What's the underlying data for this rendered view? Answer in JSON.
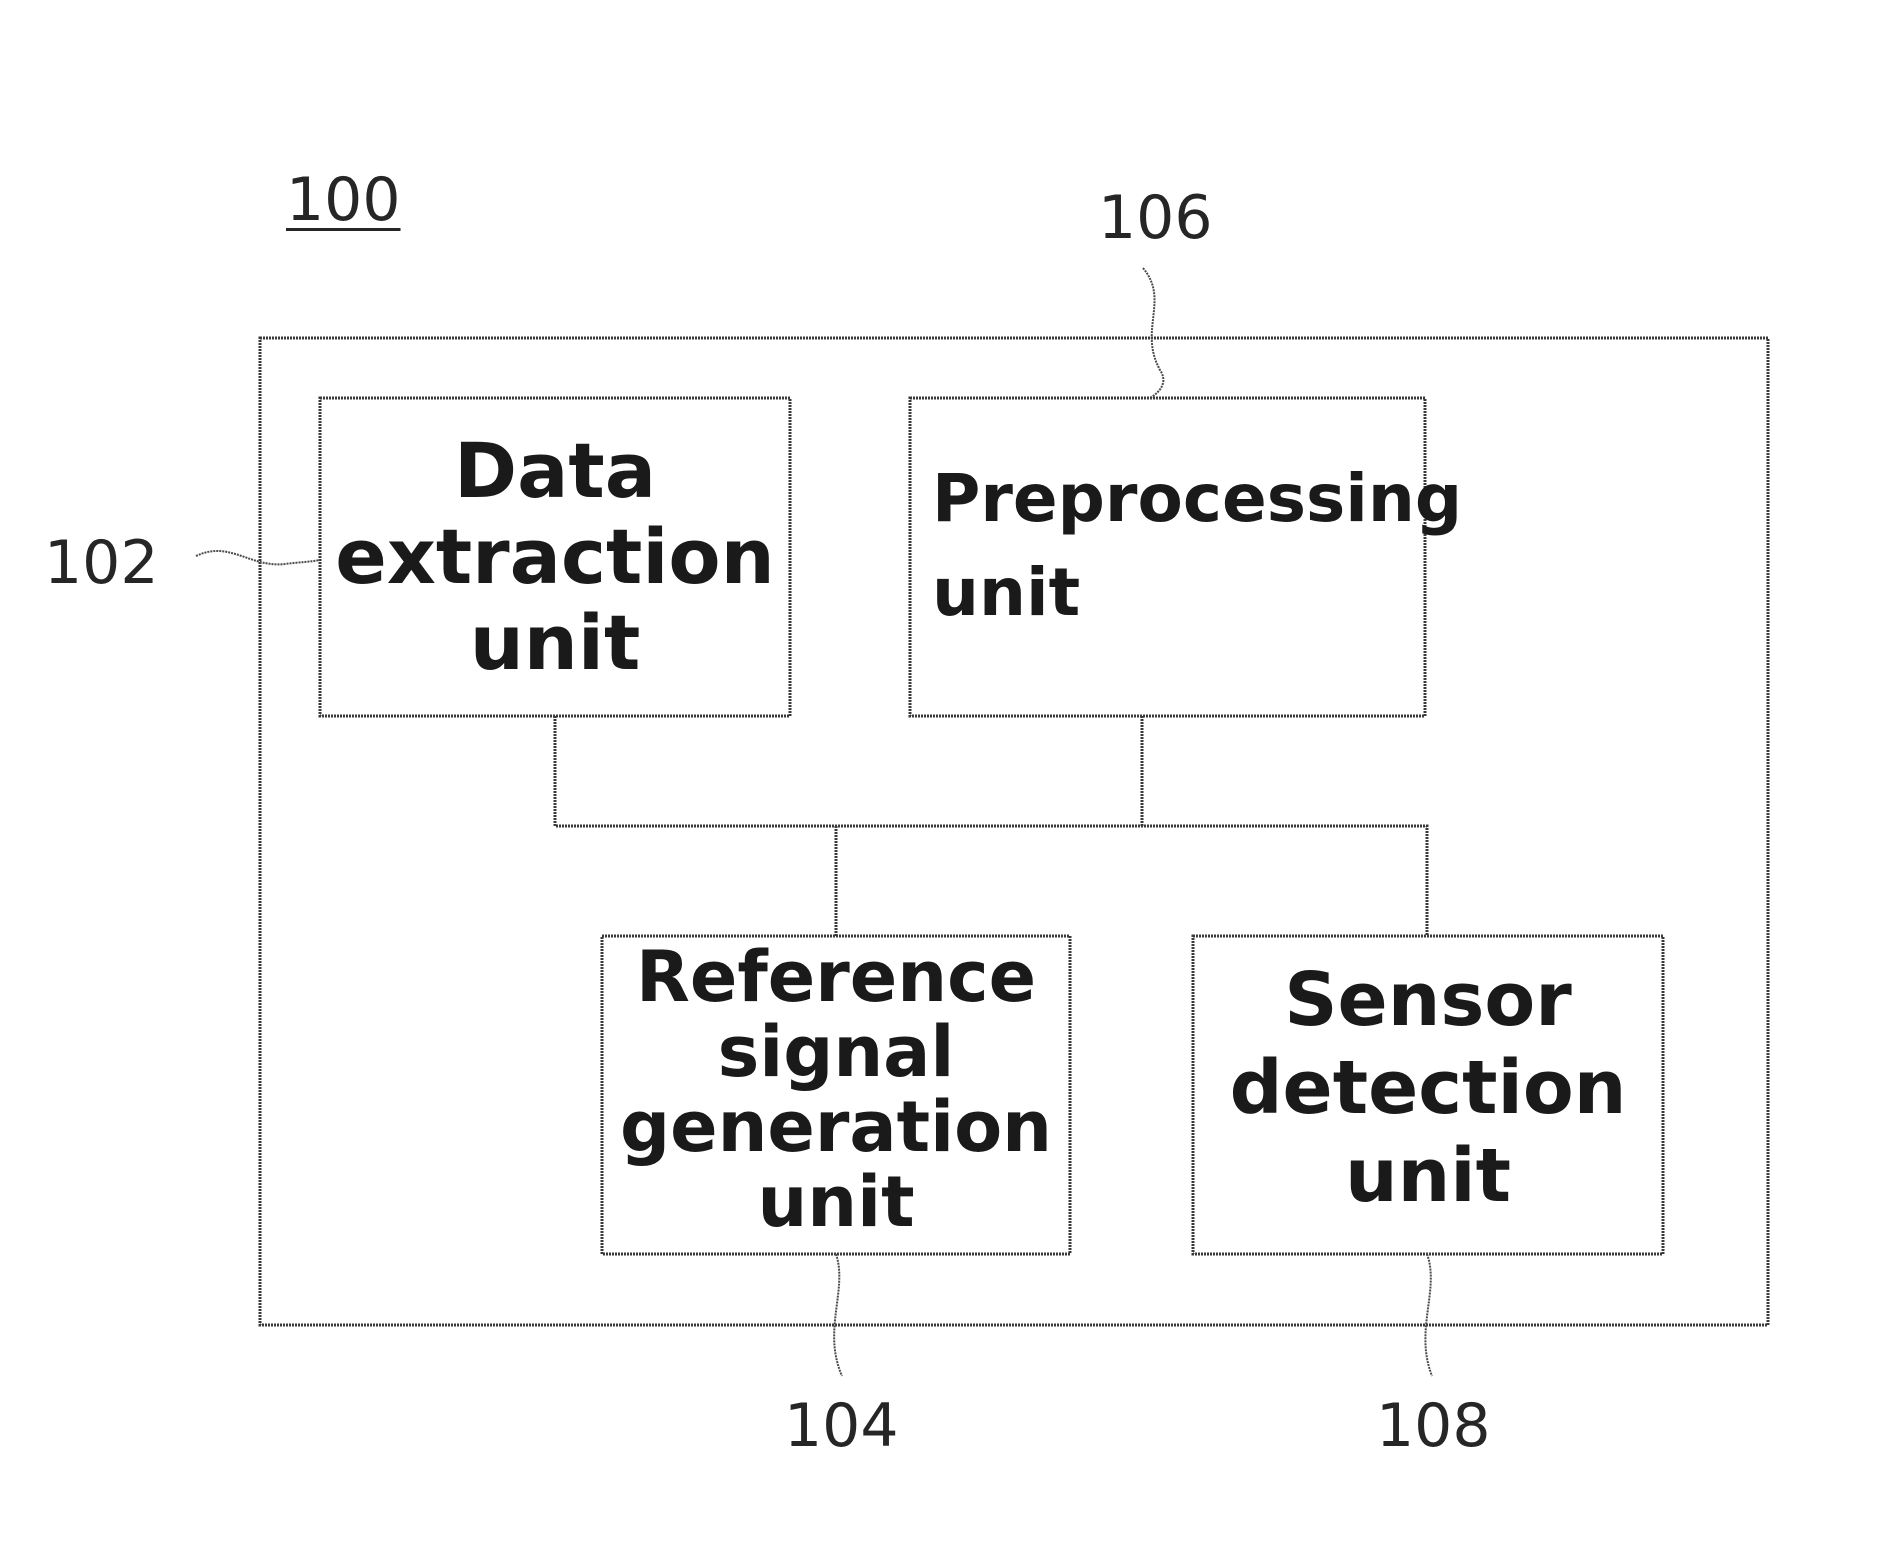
{
  "system": {
    "ref": "100"
  },
  "blocks": {
    "data_extraction": {
      "ref": "102",
      "label_lines": [
        "Data",
        "extraction",
        "unit"
      ]
    },
    "reference_signal": {
      "ref": "104",
      "label_lines": [
        "Reference",
        "signal",
        "generation",
        "unit"
      ]
    },
    "preprocessing": {
      "ref": "106",
      "label_lines": [
        "Preprocessing",
        "unit"
      ]
    },
    "sensor_detection": {
      "ref": "108",
      "label_lines": [
        "Sensor",
        "detection",
        "unit"
      ]
    }
  },
  "colors": {
    "line": "#3a3a3a",
    "text": "#1a1a1a"
  }
}
